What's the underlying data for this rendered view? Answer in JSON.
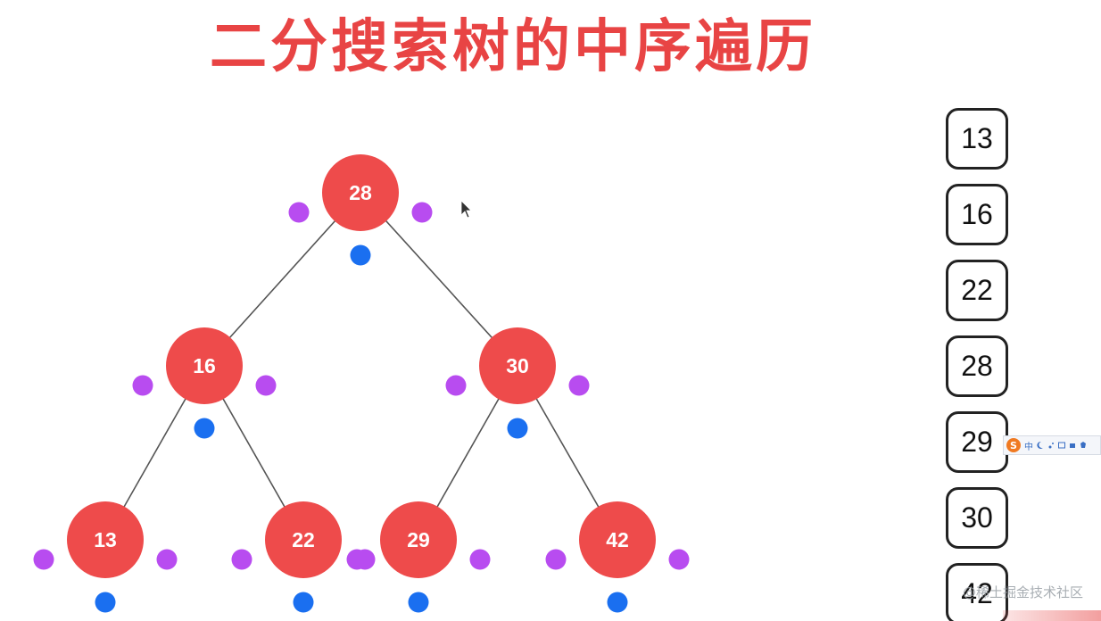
{
  "title": "二分搜索树的中序遍历",
  "colors": {
    "title": "#e84444",
    "node_fill": "#ee4b4b",
    "edge": "#555555",
    "left_dot": "#b84cf0",
    "mid_dot": "#1a6ff0",
    "right_dot": "#b84cf0"
  },
  "tree": {
    "root": "28",
    "nodes": [
      "28",
      "16",
      "30",
      "13",
      "22",
      "29",
      "42"
    ],
    "edges": [
      [
        "28",
        "16"
      ],
      [
        "28",
        "30"
      ],
      [
        "16",
        "13"
      ],
      [
        "16",
        "22"
      ],
      [
        "30",
        "29"
      ],
      [
        "30",
        "42"
      ]
    ]
  },
  "sequence": [
    "13",
    "16",
    "22",
    "28",
    "29",
    "30",
    "42"
  ],
  "ime_toolbar": {
    "logo": "S",
    "label": "中"
  },
  "watermark": "@稀土掘金技术社区"
}
